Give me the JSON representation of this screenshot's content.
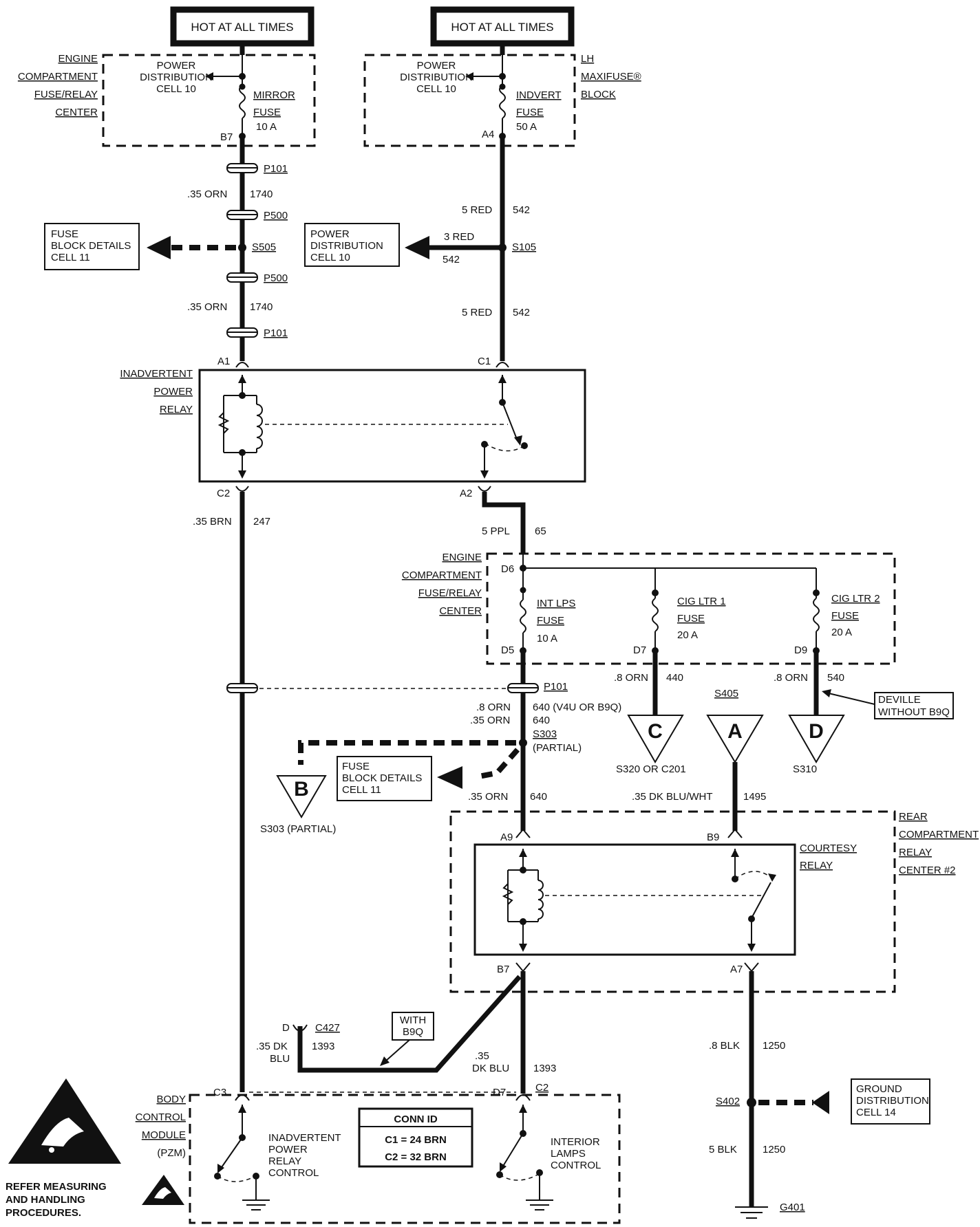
{
  "hot_at_all_times_left": "HOT AT ALL TIMES",
  "hot_at_all_times_right": "HOT AT ALL TIMES",
  "engine_fuse_relay_center_top": [
    "ENGINE",
    "COMPARTMENT",
    "FUSE/RELAY",
    "CENTER"
  ],
  "power_distribution_cell10_a": [
    "POWER",
    "DISTRIBUTION",
    "CELL 10"
  ],
  "mirror_fuse": [
    "MIRROR",
    "FUSE",
    "10 A"
  ],
  "pin_b7_top": "B7",
  "lh_maxifuse_block": [
    "LH",
    "MAXIFUSE®",
    "BLOCK"
  ],
  "power_distribution_cell10_b": [
    "POWER",
    "DISTRIBUTION",
    "CELL 10"
  ],
  "indvert_fuse": [
    "INDVERT",
    "FUSE",
    "50 A"
  ],
  "pin_a4": "A4",
  "p101_top": "P101",
  "wire_035_orn_1740_top": [
    ".35 ORN",
    "1740"
  ],
  "p500_top": "P500",
  "fuse_block_details_cell11_left": [
    "FUSE",
    "BLOCK DETAILS",
    "CELL 11"
  ],
  "s505": "S505",
  "p500_bottom": "P500",
  "wire_035_orn_1740_bottom": [
    ".35 ORN",
    "1740"
  ],
  "p101_second": "P101",
  "wire_5_red_542_top": [
    "5 RED",
    "542"
  ],
  "power_distribution_cell10_c": [
    "POWER",
    "DISTRIBUTION",
    "CELL 10"
  ],
  "wire_3_red_542": [
    "3 RED",
    "542"
  ],
  "s105": "S105",
  "wire_5_red_542_bottom": [
    "5 RED",
    "542"
  ],
  "pin_a1": "A1",
  "pin_c1": "C1",
  "inadvertent_power_relay": [
    "INADVERTENT",
    "POWER",
    "RELAY"
  ],
  "pin_c2_relay": "C2",
  "pin_a2": "A2",
  "wire_035_brn_247": [
    ".35 BRN",
    "247"
  ],
  "wire_5_ppl_65": [
    "5 PPL",
    "65"
  ],
  "engine_fuse_relay_center_mid": [
    "ENGINE",
    "COMPARTMENT",
    "FUSE/RELAY",
    "CENTER"
  ],
  "pin_d6": "D6",
  "int_lps_fuse": [
    "INT LPS",
    "FUSE",
    "10 A"
  ],
  "cig_ltr1_fuse": [
    "CIG LTR 1",
    "FUSE",
    "20 A"
  ],
  "cig_ltr2_fuse": [
    "CIG LTR 2",
    "FUSE",
    "20 A"
  ],
  "pin_d5": "D5",
  "pin_d7_fuse": "D7",
  "pin_d9": "D9",
  "wire_08_orn_440": [
    ".8 ORN",
    "440"
  ],
  "wire_08_orn_540": [
    ".8 ORN",
    "540"
  ],
  "p101_third": "P101",
  "wire_08_orn_640": [
    ".8 ORN",
    "640 (V4U OR B9Q)"
  ],
  "wire_035_orn_640_a": [
    ".35 ORN",
    "640"
  ],
  "s303_partial": [
    "S303",
    "(PARTIAL)"
  ],
  "s405": "S405",
  "deville_without_b9q": [
    "DEVILLE",
    "WITHOUT B9Q"
  ],
  "connector_c": "C",
  "connector_a": "A",
  "connector_d": "D",
  "connector_b": "B",
  "s320_or_c201": "S320 OR C201",
  "s310": "S310",
  "fuse_block_details_cell11_right": [
    "FUSE",
    "BLOCK DETAILS",
    "CELL 11"
  ],
  "s303_partial_b": "S303 (PARTIAL)",
  "wire_035_orn_640_b": [
    ".35 ORN",
    "640"
  ],
  "wire_035_dk_blu_wht_1495": [
    ".35 DK BLU/WHT",
    "1495"
  ],
  "rear_compartment_relay_center2": [
    "REAR",
    "COMPARTMENT",
    "RELAY",
    "CENTER #2"
  ],
  "pin_a9": "A9",
  "pin_b9": "B9",
  "courtesy_relay": [
    "COURTESY",
    "RELAY"
  ],
  "pin_b7_bottom": "B7",
  "pin_a7": "A7",
  "with_b9q": [
    "WITH",
    "B9Q"
  ],
  "c427": [
    "D",
    "C427"
  ],
  "wire_035_dk_blu_1393_left": [
    ".35 DK",
    "BLU",
    "1393"
  ],
  "wire_035_dk_blu_1393_right": [
    ".35",
    "DK BLU",
    "1393"
  ],
  "wire_08_blk_1250": [
    ".8 BLK",
    "1250"
  ],
  "ground_distribution_cell14": [
    "GROUND",
    "DISTRIBUTION",
    "CELL 14"
  ],
  "s402": "S402",
  "wire_5_blk_1250": [
    "5 BLK",
    "1250"
  ],
  "g401": "G401",
  "pin_c3": "C3",
  "pin_d7_bcm": "D7",
  "pin_c2_bcm": "C2",
  "body_control_module": [
    "BODY",
    "CONTROL",
    "MODULE",
    "(PZM)"
  ],
  "conn_id": [
    "CONN ID",
    "C1 = 24 BRN",
    "C2 = 32 BRN"
  ],
  "inadvertent_power_relay_control": [
    "INADVERTENT",
    "POWER",
    "RELAY",
    "CONTROL"
  ],
  "interior_lamps_control": [
    "INTERIOR",
    "LAMPS",
    "CONTROL"
  ],
  "esd_warning": [
    "REFER MEASURING",
    "AND HANDLING",
    "PROCEDURES."
  ]
}
